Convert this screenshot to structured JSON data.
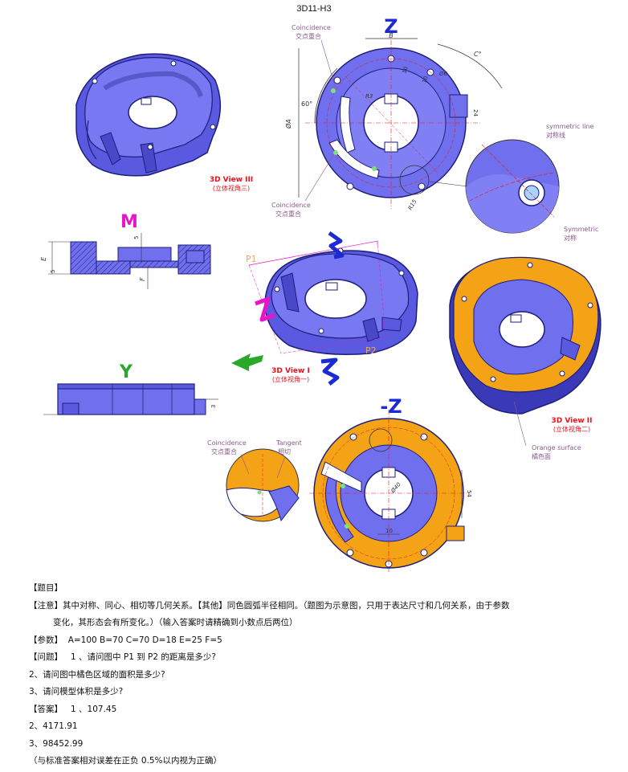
{
  "document": {
    "title": "3D11-H3"
  },
  "figure": {
    "axis_labels": {
      "z_top": "Z",
      "m": "M",
      "y": "Y",
      "neg_z": "-Z"
    },
    "views": {
      "view3_en": "3D View III",
      "view3_cn": "(立体视角三)",
      "view1_en": "3D View I",
      "view1_cn": "(立体视角一)",
      "view2_en": "3D View II",
      "view2_cn": "(立体视角二)"
    },
    "annotations": {
      "coincidence_en": "Coincidence",
      "coincidence_cn": "交点重合",
      "symmetric_line_en": "symmetric line",
      "symmetric_line_cn": "对称线",
      "symmetric_en": "Symmetric",
      "symmetric_cn": "对称",
      "orange_surface_en": "Orange surface",
      "orange_surface_cn": "橘色面",
      "tangent_en": "Tangent",
      "tangent_cn": "相切",
      "p1": "P1",
      "p2": "P2"
    },
    "dimensions": {
      "b": "B",
      "c": "C°",
      "a": "ØA",
      "sixty": "60°",
      "r3": "R3",
      "ten_a": "10",
      "ten_b": "10",
      "d6": "Ø6",
      "twentyfour": "24",
      "r15": "R15",
      "e": "E",
      "f": "F",
      "five_a": "5",
      "five_b": "5",
      "three": "3",
      "d40": "Ø40",
      "fiftyfour": "54",
      "ten_c": "10"
    },
    "colors": {
      "body_blue": "#6f6ff0",
      "edge_dark": "#1e1e7a",
      "surface_orange": "#f5a316",
      "label_red": "#e8141e",
      "label_purple": "#8a5a8c",
      "z_blue": "#1a2bd6",
      "m_magenta": "#e815c8",
      "y_green": "#2aa82a"
    }
  },
  "content": {
    "section_label": "【题目】",
    "note_label": "【注意】",
    "note_text": "其中对称、同心、相切等几何关系。",
    "other_label": "【其他】",
    "other_text": "同色圆弧半径相同。（题图为示意图，只用于表达尺寸和几何关系，由于参数",
    "note_cont": "变化，其形态会有所变化。）（输入答案时请精确到小数点后两位）",
    "params_label": "【参数】",
    "params_text": "A=100   B=70   C=70   D=18   E=25   F=5",
    "question_label": "【问题】",
    "q1": "1 、请问图中   P1 到 P2 的距离是多少?",
    "q2": "2、请问图中橘色区域的面积是多少?",
    "q3": "3、请问模型体积是多少?",
    "answer_label": "【答案】",
    "a1": "1 、107.45",
    "a2": "2、4171.91",
    "a3": "3、98452.99",
    "tolerance": "（与标准答案相对误差在正负      0.5%以内视为正确）"
  }
}
